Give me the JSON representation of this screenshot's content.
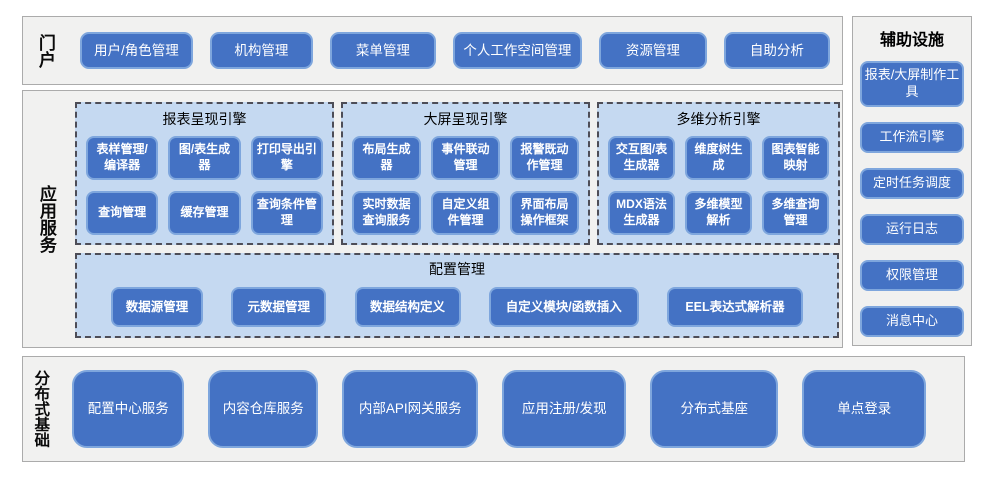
{
  "colors": {
    "button_fill": "#4472c4",
    "button_border": "#7ea6dd",
    "panel_fill": "#c5d9f1",
    "section_fill": "#f1f1f0",
    "section_border": "#ababab",
    "dashed_border": "#4d4d57"
  },
  "portal": {
    "label": "门户",
    "buttons": [
      "用户/角色管理",
      "机构管理",
      "菜单管理",
      "个人工作空间管理",
      "资源管理",
      "自助分析"
    ]
  },
  "app_services": {
    "label": "应用服务",
    "engines": [
      {
        "title": "报表呈现引擎",
        "buttons": [
          "表样管理/编译器",
          "图/表生成器",
          "打印导出引擎",
          "查询管理",
          "缓存管理",
          "查询条件管理"
        ]
      },
      {
        "title": "大屏呈现引擎",
        "buttons": [
          "布局生成器",
          "事件联动管理",
          "报警既动作管理",
          "实时数据查询服务",
          "自定义组件管理",
          "界面布局操作框架"
        ]
      },
      {
        "title": "多维分析引擎",
        "buttons": [
          "交互图/表生成器",
          "维度树生成",
          "图表智能映射",
          "MDX语法生成器",
          "多维模型解析",
          "多维查询管理"
        ]
      }
    ],
    "config_panel": {
      "title": "配置管理",
      "buttons": [
        "数据源管理",
        "元数据管理",
        "数据结构定义",
        "自定义模块/函数插入",
        "EEL表达式解析器"
      ]
    }
  },
  "auxiliary": {
    "title": "辅助设施",
    "buttons": [
      "报表/大屏制作工具",
      "工作流引擎",
      "定时任务调度",
      "运行日志",
      "权限管理",
      "消息中心"
    ]
  },
  "foundation": {
    "label": "分布式基础",
    "buttons": [
      "配置中心服务",
      "内容仓库服务",
      "内部API网关服务",
      "应用注册/发现",
      "分布式基座",
      "单点登录"
    ]
  }
}
